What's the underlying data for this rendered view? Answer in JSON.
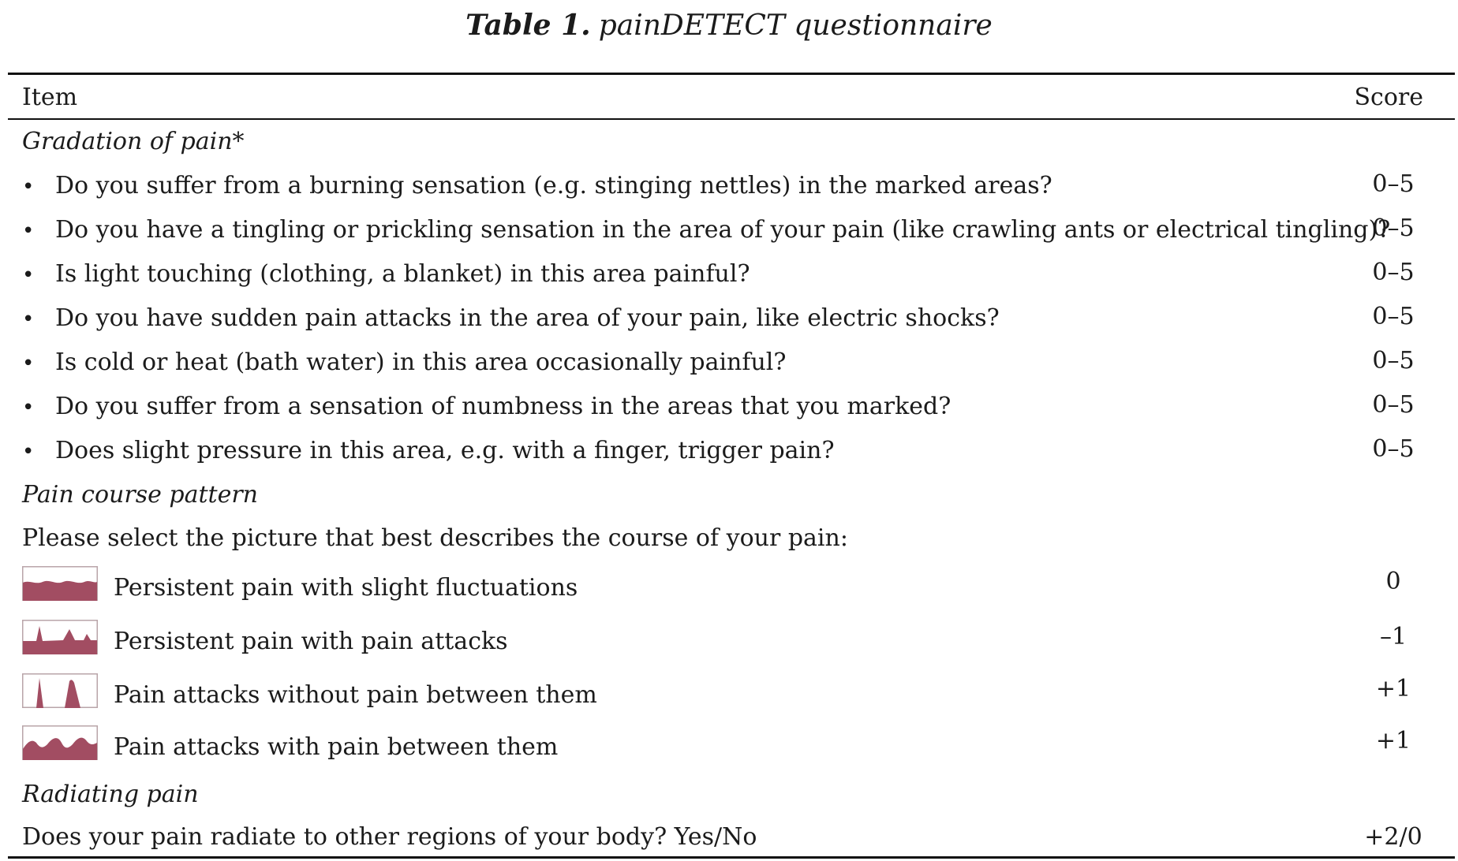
{
  "caption": {
    "label": "Table 1.",
    "title": "painDETECT questionnaire"
  },
  "header": {
    "item": "Item",
    "score": "Score"
  },
  "sections": {
    "gradation": {
      "title": "Gradation of pain*",
      "items": [
        {
          "text": "Do you suffer from a burning sensation (e.g. stinging nettles) in the marked areas?",
          "score": "0–5"
        },
        {
          "text": "Do you have a tingling or prickling sensation in the area of your pain (like crawling ants or electrical tingling)?",
          "score": "0–5"
        },
        {
          "text": "Is light touching (clothing, a blanket) in this area painful?",
          "score": "0–5"
        },
        {
          "text": "Do you have sudden pain attacks in the area of your pain, like electric shocks?",
          "score": "0–5"
        },
        {
          "text": "Is cold or heat (bath water) in this area occasionally painful?",
          "score": "0–5"
        },
        {
          "text": "Do you suffer from a sensation of numbness in the areas that you marked?",
          "score": "0–5"
        },
        {
          "text": "Does slight pressure in this area, e.g. with a finger, trigger pain?",
          "score": "0–5"
        }
      ]
    },
    "course": {
      "title": "Pain course pattern",
      "prompt": "Please select the picture that best describes the course of your pain:",
      "options": [
        {
          "icon": "persistent-fluctuation-icon",
          "text": "Persistent pain with slight fluctuations",
          "score": "0"
        },
        {
          "icon": "persistent-attacks-icon",
          "text": "Persistent pain with pain attacks",
          "score": "–1"
        },
        {
          "icon": "attacks-without-pain-icon",
          "text": "Pain attacks without pain between them",
          "score": "+1"
        },
        {
          "icon": "attacks-with-pain-icon",
          "text": "Pain attacks with pain between them",
          "score": "+1"
        }
      ]
    },
    "radiating": {
      "title": "Radiating pain",
      "question": "Does your pain radiate to other regions of your body? Yes/No",
      "score": "+2/0"
    }
  },
  "colors": {
    "icon_fill": "#a24d62",
    "icon_border": "#b9a5a9",
    "rule": "#111111"
  }
}
